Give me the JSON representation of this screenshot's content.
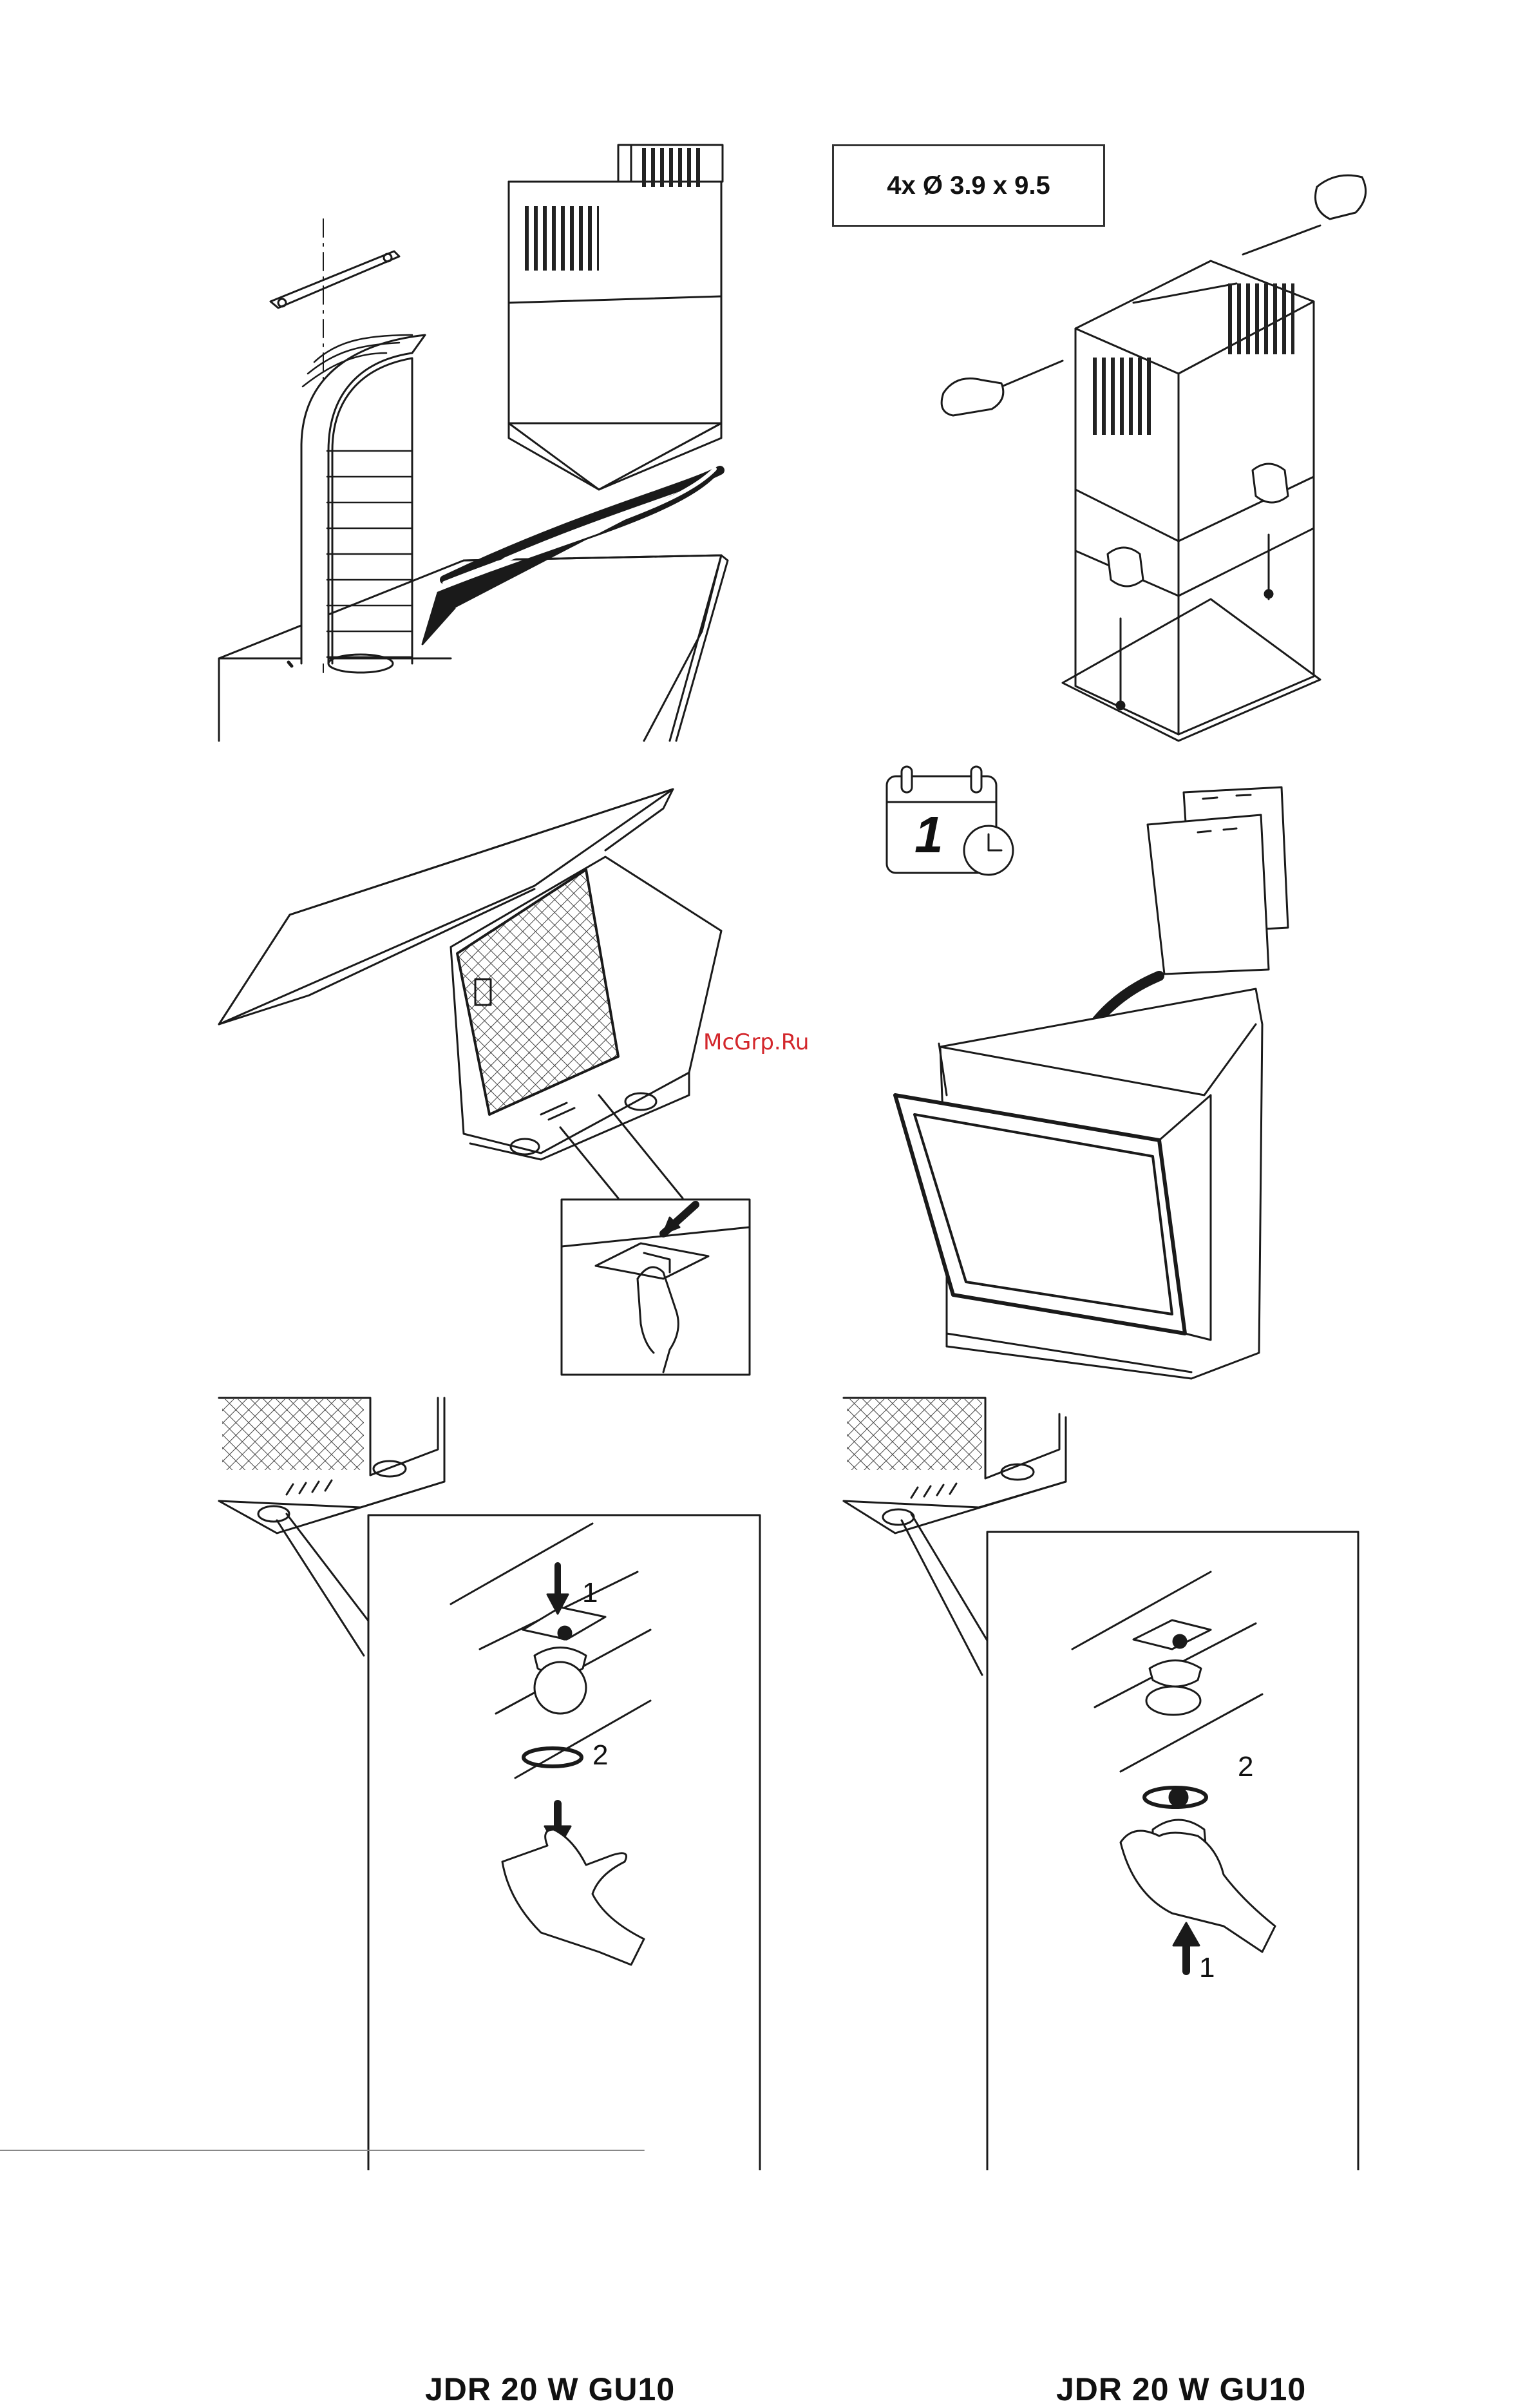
{
  "panel_top_right": {
    "screw_spec": "4x Ø 3.9 x 9.5"
  },
  "panel_mid_right": {
    "calendar_day": "1"
  },
  "panel_bottom_left": {
    "step_1": "1",
    "step_2": "2",
    "lamp_code": "JDR 20 W GU10"
  },
  "panel_bottom_right": {
    "step_1": "1",
    "step_2": "2",
    "lamp_code": "JDR 20 W GU10"
  },
  "watermark": "McGrp.Ru",
  "colors": {
    "line": "#1a1a1a",
    "mesh": "#555555",
    "watermark": "#d3272c"
  }
}
